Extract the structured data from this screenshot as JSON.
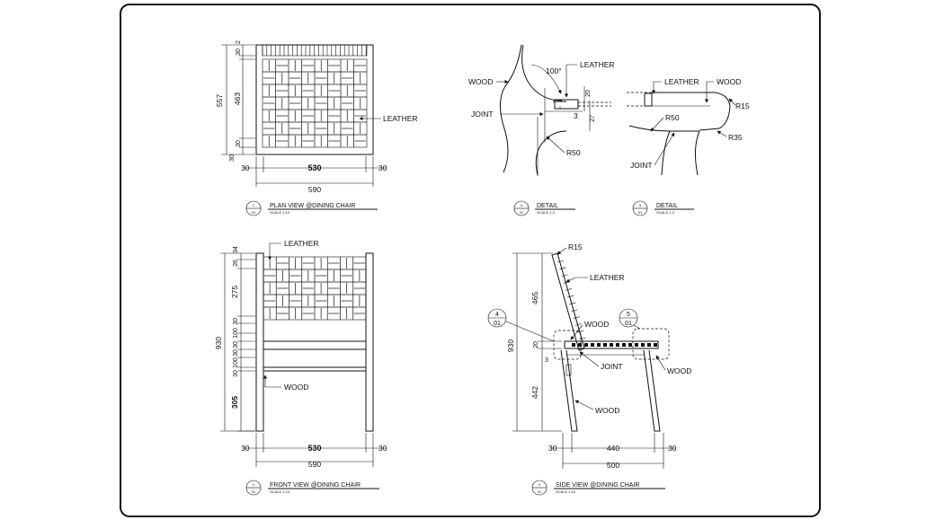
{
  "plan_view": {
    "dims": {
      "total_depth": "557",
      "top_rail": "30",
      "top_gap": "2",
      "seat_depth": "463",
      "front_gap": "30",
      "front_rail": "30",
      "inner_width": "530",
      "left_post": "30",
      "right_post": "30",
      "overall_width": "590"
    },
    "material_label": "LEATHER",
    "title": {
      "number": "1",
      "sheet": "01",
      "text": "PLAN VIEW @DINING CHAIR",
      "scale": "SCALE 1:10"
    }
  },
  "front_view": {
    "dims": {
      "overall_height": "930",
      "top_34": "34",
      "rail_26": "26",
      "back_275": "275",
      "gap_30": "30",
      "gap_100a": "100",
      "seat_30a": "30",
      "seat_30b": "30",
      "gap_100b": "100",
      "rail_30": "30",
      "leg_305": "305",
      "inner_width": "530",
      "left_post": "30",
      "right_post": "30",
      "overall_width": "590"
    },
    "labels": {
      "leather": "LEATHER",
      "wood": "WOOD"
    },
    "title": {
      "number": "2",
      "sheet": "01",
      "text": "FRONT VIEW @DINING CHAIR",
      "scale": "SCALE 1:10"
    }
  },
  "side_view": {
    "dims": {
      "overall_height": "930",
      "back_465": "465",
      "seat_20": "20",
      "gap_3": "3",
      "leg_442": "442",
      "front_30": "30",
      "seat_440": "440",
      "back_30": "30",
      "overall_depth": "500"
    },
    "labels": {
      "r15": "R15",
      "leather": "LEATHER",
      "wood_a": "WOOD",
      "joint": "JOINT",
      "wood_b": "WOOD",
      "wood_c": "WOOD"
    },
    "callout_left": {
      "number": "4",
      "sheet": "01"
    },
    "callout_right": {
      "number": "5",
      "sheet": "01"
    },
    "title": {
      "number": "3",
      "sheet": "01",
      "text": "SIDE VIEW @DINING CHAIR",
      "scale": "SCALE 1:10"
    }
  },
  "detail_4": {
    "labels": {
      "wood": "WOOD",
      "joint": "JOINT",
      "angle": "100°",
      "leather": "LEATHER",
      "dim_20": "20",
      "dim_3": "3",
      "dim_27": "27",
      "r50": "R50"
    },
    "title": {
      "number": "4",
      "sheet": "01",
      "text": "DETAIL",
      "scale": "SCALE 1:3"
    }
  },
  "detail_5": {
    "labels": {
      "leather": "LEATHER",
      "wood": "WOOD",
      "r15": "R15",
      "r50": "R50",
      "r35": "R35",
      "joint": "JOINT"
    },
    "title": {
      "number": "5",
      "sheet": "01",
      "text": "DETAIL",
      "scale": "SCALE 1:3"
    }
  }
}
